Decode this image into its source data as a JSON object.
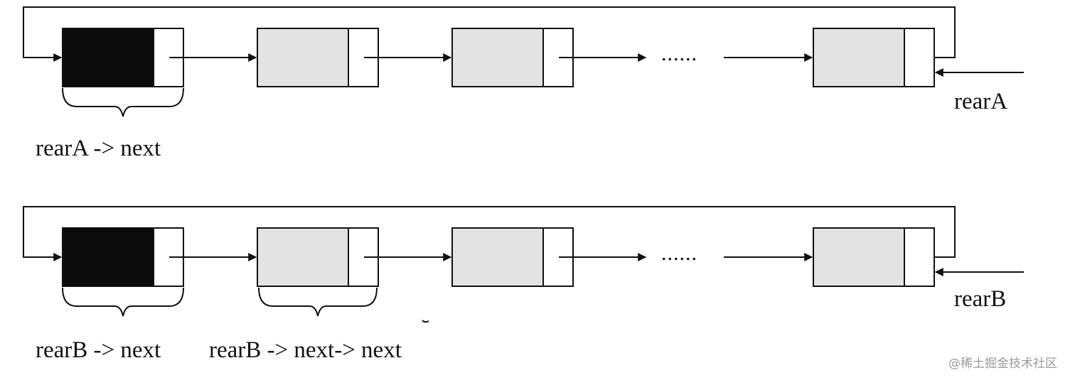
{
  "colors": {
    "ink": "#111111",
    "head_fill": "#0b0b0b",
    "node_fill": "#e3e3e3",
    "pointer_fill": "#ffffff",
    "watermark": "#9a9a9a"
  },
  "lists": [
    {
      "name": "A",
      "rear_label": "rearA",
      "head_caption": "rearA -> next",
      "ellipsis": "......",
      "extra_caption": ""
    },
    {
      "name": "B",
      "rear_label": "rearB",
      "head_caption": "rearB -> next",
      "ellipsis": "......",
      "extra_caption": "rearB -> next-> next"
    }
  ],
  "watermark": "@稀土掘金技术社区"
}
